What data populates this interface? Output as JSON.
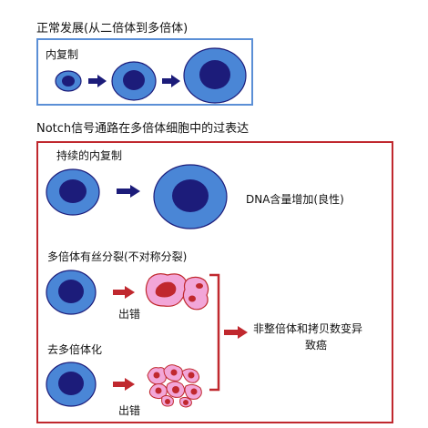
{
  "top_title": "正常发展(从二倍体到多倍体)",
  "top_panel_label": "内复制",
  "main_title": "Notch信号通路在多倍体细胞中的过表达",
  "endo": {
    "label": "持续的内复制",
    "result": "DNA含量增加(良性)"
  },
  "mitosis": {
    "label": "多倍体有丝分裂(不对称分裂)",
    "error": "出错"
  },
  "depoly": {
    "label": "去多倍体化",
    "error": "出错"
  },
  "outcome": {
    "line1": "非整倍体和拷贝数变异",
    "line2": "致癌"
  },
  "colors": {
    "normal_box": "#5b8fd6",
    "cancer_box": "#c0282e",
    "cell_cytoplasm": "#4a86d6",
    "cell_nucleus": "#1c1c7a",
    "blue_arrow": "#1c1c7a",
    "red_arrow": "#c0282e",
    "abnormal_cell": "#f2a6d8",
    "abnormal_nucleus": "#c0282e"
  },
  "icons": [
    "cell-icon",
    "abnormal-cell-icon",
    "arrow-right-icon",
    "bracket-icon"
  ]
}
